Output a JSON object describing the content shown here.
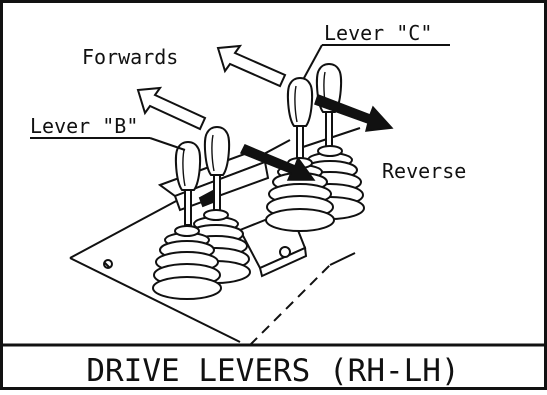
{
  "labels": {
    "forwards": "Forwards",
    "reverse": "Reverse",
    "lever_b": "Lever \"B\"",
    "lever_c": "Lever \"C\""
  },
  "caption": "DRIVE LEVERS (RH-LH)",
  "colors": {
    "ink": "#111111",
    "paper": "#ffffff"
  },
  "icons": {
    "forward_arrows": "outline-arrow-icon",
    "reverse_arrows": "solid-arrow-icon"
  }
}
